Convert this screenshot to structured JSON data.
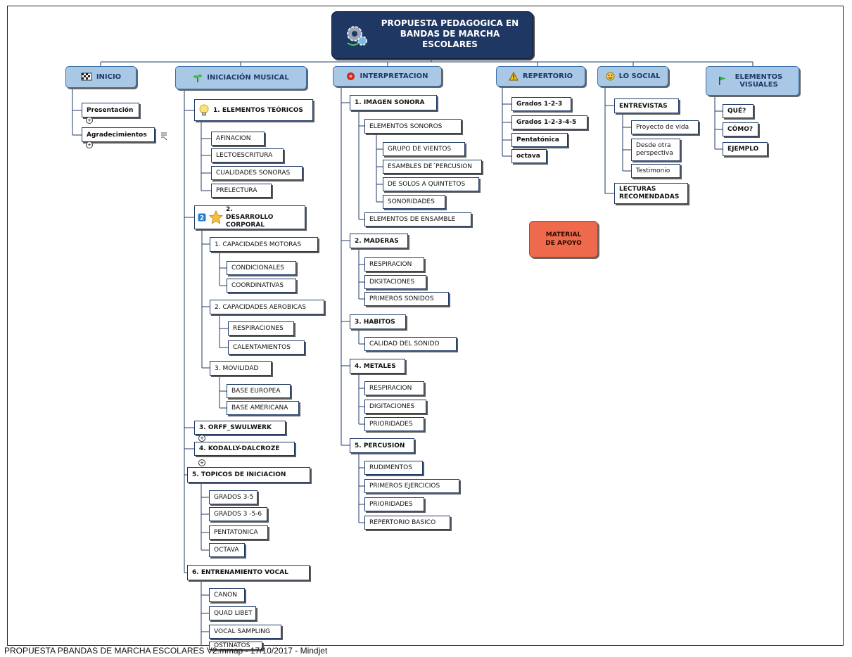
{
  "root": {
    "title": "PROPUESTA PEDAGOGICA EN BANDAS DE MARCHA ESCOLARES",
    "icon": "gears-icon"
  },
  "branches": {
    "inicio": {
      "label": "INICIO",
      "icon": "checkered-flag-icon",
      "items": [
        "Presentación",
        "Agradecimientos"
      ]
    },
    "iniciacion": {
      "label": "INICIACIÓN MUSICAL",
      "icon": "plant-icon",
      "s1": {
        "label": "1. ELEMENTOS TEÓRICOS",
        "icon": "lightbulb-icon",
        "items": [
          "AFINACION",
          "LECTOESCRITURA",
          "CUALIDADES SONORAS",
          "PRELECTURA"
        ]
      },
      "s2": {
        "label": "2. DESARROLLO CORPORAL",
        "icon": "star-icon",
        "priority": "2",
        "motoras": {
          "label": "1. CAPACIDADES MOTORAS",
          "items": [
            "CONDICIONALES",
            "COORDINATIVAS"
          ]
        },
        "aerobicas": {
          "label": "2. CAPACIDADES AEROBICAS",
          "items": [
            "RESPIRACIONES",
            "CALENTAMIENTOS"
          ]
        },
        "movilidad": {
          "label": "3. MOVILIDAD",
          "items": [
            "BASE EUROPEA",
            "BASE AMERICANA"
          ]
        }
      },
      "s3": {
        "label": "3. ORFF_SWULWERK"
      },
      "s4": {
        "label": "4. KODALLY-DALCROZE"
      },
      "s5": {
        "label": "5. TOPICOS DE INICIACION",
        "items": [
          "GRADOS 3-5",
          "GRADOS 3 -5-6",
          "PENTATONICA",
          "OCTAVA"
        ]
      },
      "s6": {
        "label": "6. ENTRENAMIENTO VOCAL",
        "items": [
          "CANON",
          "QUAD LIBET",
          "VOCAL SAMPLING",
          "OSTINATOS"
        ]
      }
    },
    "interpretacion": {
      "label": "INTERPRETACION",
      "icon": "red-record-icon",
      "s1": {
        "label": "1. IMAGEN SONORA",
        "elementos": {
          "label": "ELEMENTOS SONOROS",
          "items": [
            "GRUPO DE VIENTOS",
            "ESAMBLES DE´PERCUSION",
            "DE SOLOS A  QUINTETOS",
            "SONORIDADES"
          ]
        },
        "ensamble": "ELEMENTOS DE ENSAMBLE"
      },
      "s2": {
        "label": "2. MADERAS",
        "items": [
          "RESPIRACION",
          "DIGITACIONES",
          "PRIMEROS SONIDOS"
        ]
      },
      "s3": {
        "label": "3. HABITOS",
        "items": [
          "CALIDAD DEL SONIDO"
        ]
      },
      "s4": {
        "label": "4. METALES",
        "items": [
          "RESPIRACION",
          "DIGITACIONES",
          "PRIORIDADES"
        ]
      },
      "s5": {
        "label": "5. PERCUSION",
        "items": [
          "RUDIMENTOS",
          "PRIMEROS EJERCICIOS",
          "PRIORIDADES",
          "REPERTORIO BASICO"
        ]
      }
    },
    "repertorio": {
      "label": "REPERTORIO",
      "icon": "warning-icon",
      "items": [
        "Grados 1-2-3",
        "Grados 1-2-3-4-5",
        "Pentatónica",
        "octava"
      ]
    },
    "social": {
      "label": "LO SOCIAL",
      "icon": "smiley-icon",
      "entrevistas": {
        "label": "ENTREVISTAS",
        "items": [
          "Proyecto de vida",
          "Desde otra perspectiva",
          "Testimonio"
        ]
      },
      "lecturas": "LECTURAS RECOMENDADAS"
    },
    "visuales": {
      "label": "ELEMENTOS VISUALES",
      "icon": "green-flag-icon",
      "items": [
        "QUÉ?",
        "CÓMO?",
        "EJEMPLO"
      ]
    }
  },
  "floating": {
    "apoyo": "MATERIAL DE APOYO"
  },
  "footer": "PROPUESTA PBANDAS DE MARCHA ESCOLARES V2.mmap - 17/10/2017 - Mindjet"
}
